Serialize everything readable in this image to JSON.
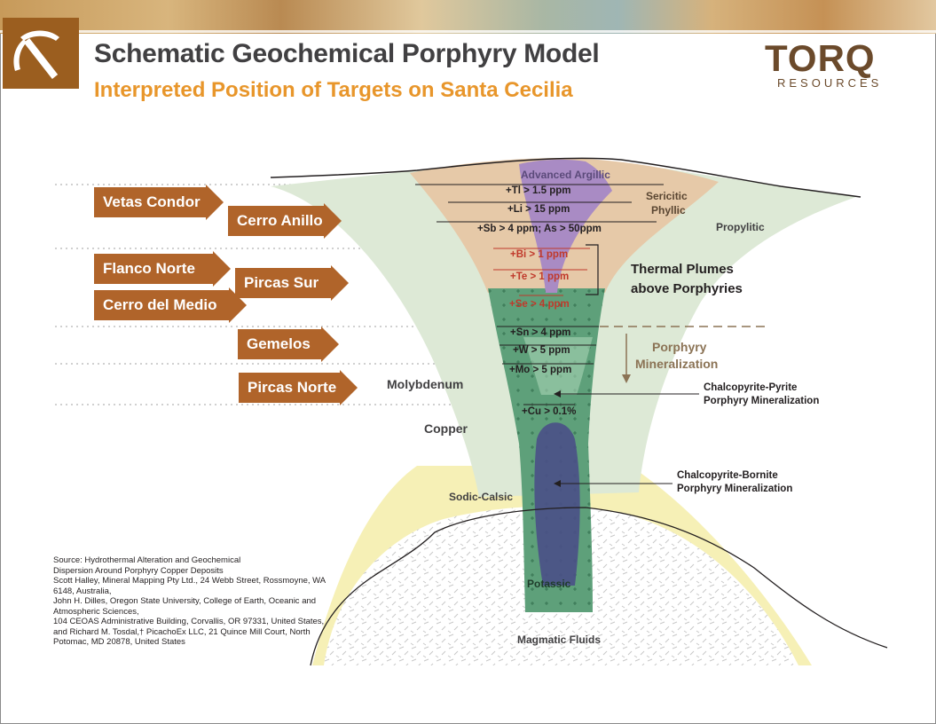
{
  "header": {
    "title": "Schematic Geochemical Porphyry Model",
    "subtitle": "Interpreted Position of Targets on Santa Cecilia",
    "brand_word": "TORQ",
    "brand_sub": "RESOURCES"
  },
  "targets": [
    {
      "label": "Vetas Condor"
    },
    {
      "label": "Cerro Anillo"
    },
    {
      "label": "Flanco Norte"
    },
    {
      "label": "Pircas Sur"
    },
    {
      "label": "Cerro del Medio"
    },
    {
      "label": "Gemelos"
    },
    {
      "label": "Pircas Norte"
    }
  ],
  "zones": {
    "advanced_argillic": "Advanced Argillic",
    "sericitic_phyllic_1": "Sericitic",
    "sericitic_phyllic_2": "Phyllic",
    "propylitic": "Propylitic",
    "molybdenum": "Molybdenum",
    "copper": "Copper",
    "sodic_calsic": "Sodic-Calsic",
    "potassic": "Potassic",
    "magmatic_fluids": "Magmatic Fluids"
  },
  "thresholds": [
    {
      "text": "+Tl > 1.5 ppm",
      "color": "#231f20"
    },
    {
      "text": "+Li > 15 ppm",
      "color": "#231f20"
    },
    {
      "text": "+Sb > 4 ppm; As > 50ppm",
      "color": "#231f20"
    },
    {
      "text": "+Bi > 1 ppm",
      "color": "#c0392b"
    },
    {
      "text": "+Te > 1 ppm",
      "color": "#c0392b"
    },
    {
      "text": "+Se > 4 ppm",
      "color": "#c0392b"
    },
    {
      "text": "+Sn > 4 ppm",
      "color": "#231f20"
    },
    {
      "text": "+W > 5 ppm",
      "color": "#231f20"
    },
    {
      "text": "+Mo > 5 ppm",
      "color": "#231f20"
    },
    {
      "text": "+Cu > 0.1%",
      "color": "#231f20"
    }
  ],
  "annotations": {
    "thermal_1": "Thermal Plumes",
    "thermal_2": "above Porphyries",
    "porphyry_min_1": "Porphyry",
    "porphyry_min_2": "Mineralization",
    "cp_py_1": "Chalcopyrite-Pyrite",
    "cp_py_2": "Porphyry Mineralization",
    "cp_bn_1": "Chalcopyrite-Bornite",
    "cp_bn_2": "Porphyry Mineralization"
  },
  "source_lines": [
    "Source: Hydrothermal Alteration and Geochemical",
    "Dispersion Around Porphyry Copper Deposits",
    "Scott Halley, Mineral Mapping Pty Ltd., 24 Webb Street, Rossmoyne, WA",
    "6148, Australia,",
    "John H. Dilles, Oregon State University, College of Earth, Oceanic and",
    "Atmospheric Sciences,",
    "104 CEOAS Administrative Building, Corvallis, OR 97331, United States,",
    "and Richard M. Tosdal,† PicachoEx LLC, 21 Quince Mill Court, North",
    "Potomac, MD 20878, United States"
  ],
  "colors": {
    "accent_orange": "#e8962b",
    "arrow_brown": "#b0642a",
    "title_gray": "#414042",
    "propylitic_green": "#dde9d6",
    "porphyry_green": "#5ea07a",
    "argillic_purple": "#a98bc4",
    "phyllic_tan": "#e6c9a8",
    "sodic_yellow": "#f6f0b6",
    "bornite_navy": "#4a4f87"
  }
}
